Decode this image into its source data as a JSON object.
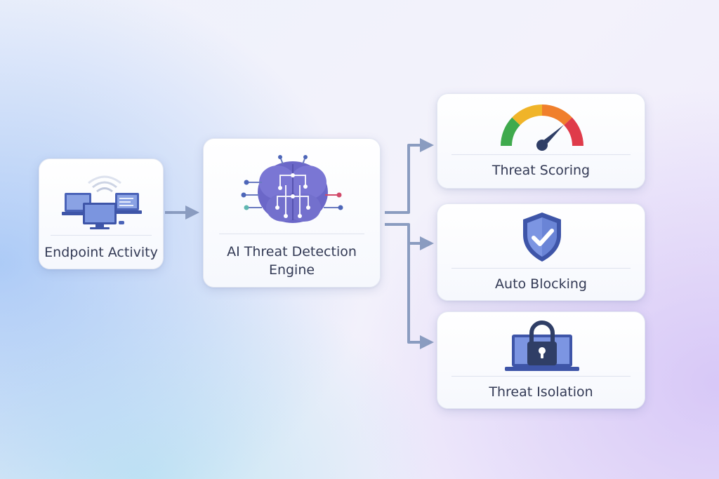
{
  "nodes": {
    "endpoint": {
      "label": "Endpoint Activity",
      "icon": "devices-icon"
    },
    "engine": {
      "label_line1": "AI Threat Detection",
      "label_line2": "Engine",
      "icon": "ai-brain-icon"
    },
    "scoring": {
      "label": "Threat Scoring",
      "icon": "gauge-icon"
    },
    "blocking": {
      "label": "Auto Blocking",
      "icon": "shield-check-icon"
    },
    "isolation": {
      "label": "Threat Isolation",
      "icon": "laptop-lock-icon"
    }
  },
  "colors": {
    "connector": "#8a9cc0",
    "icon_primary": "#4a63b8",
    "brain": "#6b67c8",
    "gauge_green": "#3faa4d",
    "gauge_yellow": "#f0b429",
    "gauge_orange": "#f07f2c",
    "gauge_red": "#df3b4a"
  }
}
